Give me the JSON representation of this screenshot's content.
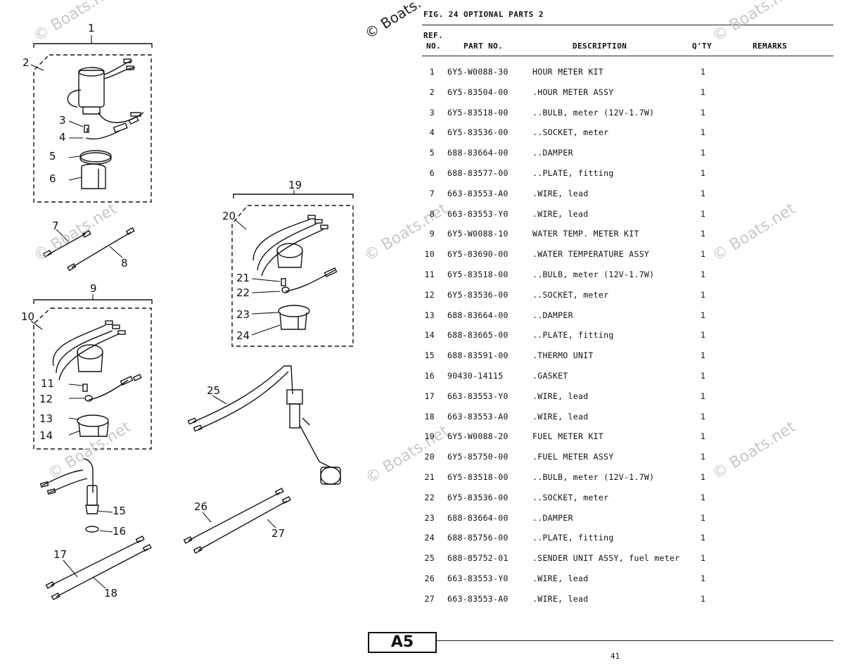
{
  "figure": {
    "title": "FIG. 24  OPTIONAL PARTS 2"
  },
  "table": {
    "headers": {
      "ref_line1": "REF.",
      "ref_line2": "NO.",
      "part_no": "PART NO.",
      "description": "DESCRIPTION",
      "qty": "Q'TY",
      "remarks": "REMARKS"
    },
    "rows": [
      {
        "ref": "1",
        "part": "6Y5-W0088-30",
        "desc": "HOUR METER KIT",
        "qty": "1"
      },
      {
        "ref": "2",
        "part": "6Y5-83504-00",
        "desc": ".HOUR METER ASSY",
        "qty": "1"
      },
      {
        "ref": "3",
        "part": "6Y5-83518-00",
        "desc": "..BULB, meter (12V-1.7W)",
        "qty": "1"
      },
      {
        "ref": "4",
        "part": "6Y5-83536-00",
        "desc": "..SOCKET, meter",
        "qty": "1"
      },
      {
        "ref": "5",
        "part": "688-83664-00",
        "desc": "..DAMPER",
        "qty": "1"
      },
      {
        "ref": "6",
        "part": "688-83577-00",
        "desc": "..PLATE, fitting",
        "qty": "1"
      },
      {
        "ref": "7",
        "part": "663-83553-A0",
        "desc": ".WIRE, lead",
        "qty": "1"
      },
      {
        "ref": "8",
        "part": "663-83553-Y0",
        "desc": ".WIRE, lead",
        "qty": "1"
      },
      {
        "ref": "9",
        "part": "6Y5-W0088-10",
        "desc": "WATER TEMP. METER KIT",
        "qty": "1"
      },
      {
        "ref": "10",
        "part": "6Y5-83690-00",
        "desc": ".WATER TEMPERATURE ASSY",
        "qty": "1"
      },
      {
        "ref": "11",
        "part": "6Y5-83518-00",
        "desc": "..BULB, meter (12V-1.7W)",
        "qty": "1"
      },
      {
        "ref": "12",
        "part": "6Y5-83536-00",
        "desc": "..SOCKET, meter",
        "qty": "1"
      },
      {
        "ref": "13",
        "part": "688-83664-00",
        "desc": "..DAMPER",
        "qty": "1"
      },
      {
        "ref": "14",
        "part": "688-83665-00",
        "desc": "..PLATE, fitting",
        "qty": "1"
      },
      {
        "ref": "15",
        "part": "688-83591-00",
        "desc": ".THERMO UNIT",
        "qty": "1"
      },
      {
        "ref": "16",
        "part": "90430-14115",
        "desc": ".GASKET",
        "qty": "1"
      },
      {
        "ref": "17",
        "part": "663-83553-Y0",
        "desc": ".WIRE, lead",
        "qty": "1"
      },
      {
        "ref": "18",
        "part": "663-83553-A0",
        "desc": ".WIRE, lead",
        "qty": "1"
      },
      {
        "ref": "19",
        "part": "6Y5-W0088-20",
        "desc": "FUEL METER KIT",
        "qty": "1"
      },
      {
        "ref": "20",
        "part": "6Y5-85750-00",
        "desc": ".FUEL METER ASSY",
        "qty": "1"
      },
      {
        "ref": "21",
        "part": "6Y5-83518-00",
        "desc": "..BULB, meter (12V-1.7W)",
        "qty": "1"
      },
      {
        "ref": "22",
        "part": "6Y5-83536-00",
        "desc": "..SOCKET, meter",
        "qty": "1"
      },
      {
        "ref": "23",
        "part": "688-83664-00",
        "desc": "..DAMPER",
        "qty": "1"
      },
      {
        "ref": "24",
        "part": "688-85756-00",
        "desc": "..PLATE, fitting",
        "qty": "1"
      },
      {
        "ref": "25",
        "part": "688-85752-01",
        "desc": ".SENDER UNIT ASSY, fuel meter",
        "qty": "1"
      },
      {
        "ref": "26",
        "part": "663-83553-Y0",
        "desc": ".WIRE, lead",
        "qty": "1"
      },
      {
        "ref": "27",
        "part": "663-83553-A0",
        "desc": ".WIRE, lead",
        "qty": "1"
      }
    ]
  },
  "callouts": [
    "1",
    "2",
    "3",
    "4",
    "5",
    "6",
    "7",
    "8",
    "9",
    "10",
    "11",
    "12",
    "13",
    "14",
    "15",
    "16",
    "17",
    "18",
    "19",
    "20",
    "21",
    "22",
    "23",
    "24",
    "25",
    "26",
    "27"
  ],
  "footer": {
    "section": "A5",
    "page_number": "41"
  },
  "watermarks": {
    "text": "© Boats.net",
    "header_text": "© Boats."
  }
}
